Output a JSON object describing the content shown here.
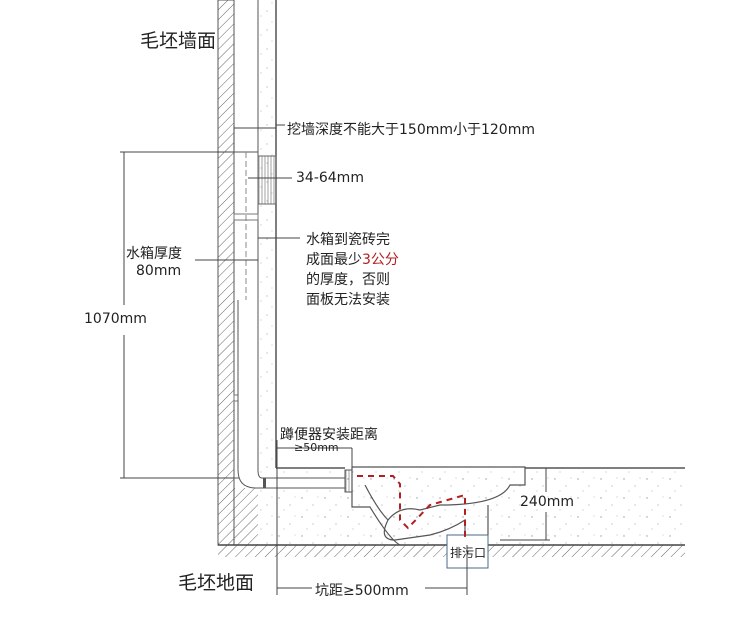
{
  "labels": {
    "wall_title": "毛坯墙面",
    "floor_title": "毛坯地面",
    "wall_depth": "挖墙深度不能大于150mm小于120mm",
    "panel_range": "34-64mm",
    "tank_note_line1": "水箱到瓷砖完",
    "tank_note_line2_a": "成面最少",
    "tank_note_line2_b": "3公分",
    "tank_note_line3": "的厚度，否则",
    "tank_note_line4": "面板无法安装",
    "tank_thickness_label": "水箱厚度",
    "tank_thickness_value": "80mm",
    "height": "1070mm",
    "install_distance": "蹲便器安装距离",
    "min_gap": "≥50mm",
    "depth": "240mm",
    "drain": "排污口",
    "pit_distance": "坑距≥500mm"
  },
  "colors": {
    "line": "#444444",
    "flow": "#b02020",
    "highlight": "#b02020"
  }
}
